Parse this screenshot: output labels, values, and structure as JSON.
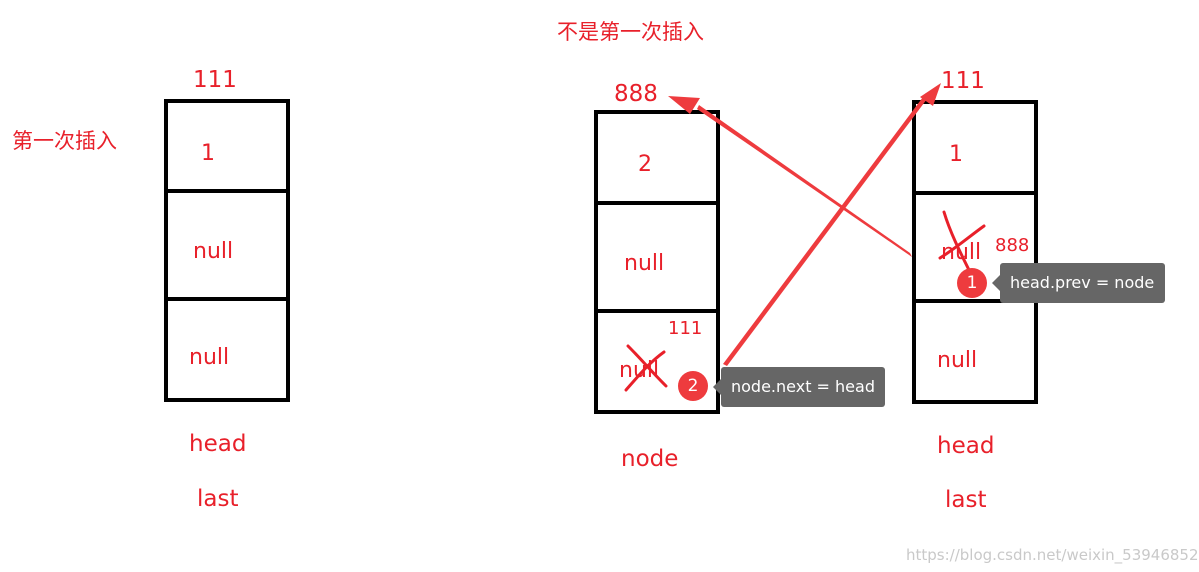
{
  "colors": {
    "annotation": "#e8202a",
    "arrow": "#ee3b3e",
    "box_border": "#000000",
    "tooltip_bg": "#666666"
  },
  "left_panel": {
    "caption": "第一次插入",
    "address": "111",
    "cells": [
      "1",
      "null",
      "null"
    ],
    "labels": [
      "head",
      "last"
    ]
  },
  "right_panel": {
    "caption": "不是第一次插入",
    "node": {
      "address": "888",
      "cells": [
        "2",
        "null",
        "null"
      ],
      "next_value": "111",
      "label": "node"
    },
    "head": {
      "address": "111",
      "cells": [
        "1",
        "null",
        "null"
      ],
      "prev_value": "888",
      "labels": [
        "head",
        "last"
      ]
    },
    "steps": [
      {
        "number": "1",
        "text": "head.prev = node"
      },
      {
        "number": "2",
        "text": "node.next = head"
      }
    ]
  },
  "watermark": "https://blog.csdn.net/weixin_53946852"
}
